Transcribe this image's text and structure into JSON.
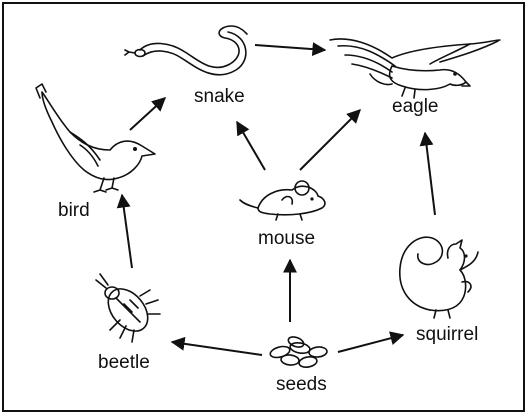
{
  "diagram": {
    "type": "food-web",
    "nodes": {
      "snake": "snake",
      "eagle": "eagle",
      "bird": "bird",
      "mouse": "mouse",
      "beetle": "beetle",
      "squirrel": "squirrel",
      "seeds": "seeds"
    },
    "edges": [
      {
        "from": "seeds",
        "to": "beetle"
      },
      {
        "from": "seeds",
        "to": "mouse"
      },
      {
        "from": "seeds",
        "to": "squirrel"
      },
      {
        "from": "beetle",
        "to": "bird"
      },
      {
        "from": "bird",
        "to": "snake"
      },
      {
        "from": "mouse",
        "to": "snake"
      },
      {
        "from": "mouse",
        "to": "eagle"
      },
      {
        "from": "snake",
        "to": "eagle"
      },
      {
        "from": "squirrel",
        "to": "eagle"
      }
    ],
    "icons": {
      "snake": "snake-icon",
      "eagle": "eagle-icon",
      "bird": "bird-icon",
      "mouse": "mouse-icon",
      "beetle": "beetle-icon",
      "squirrel": "squirrel-icon",
      "seeds": "seeds-icon"
    }
  }
}
